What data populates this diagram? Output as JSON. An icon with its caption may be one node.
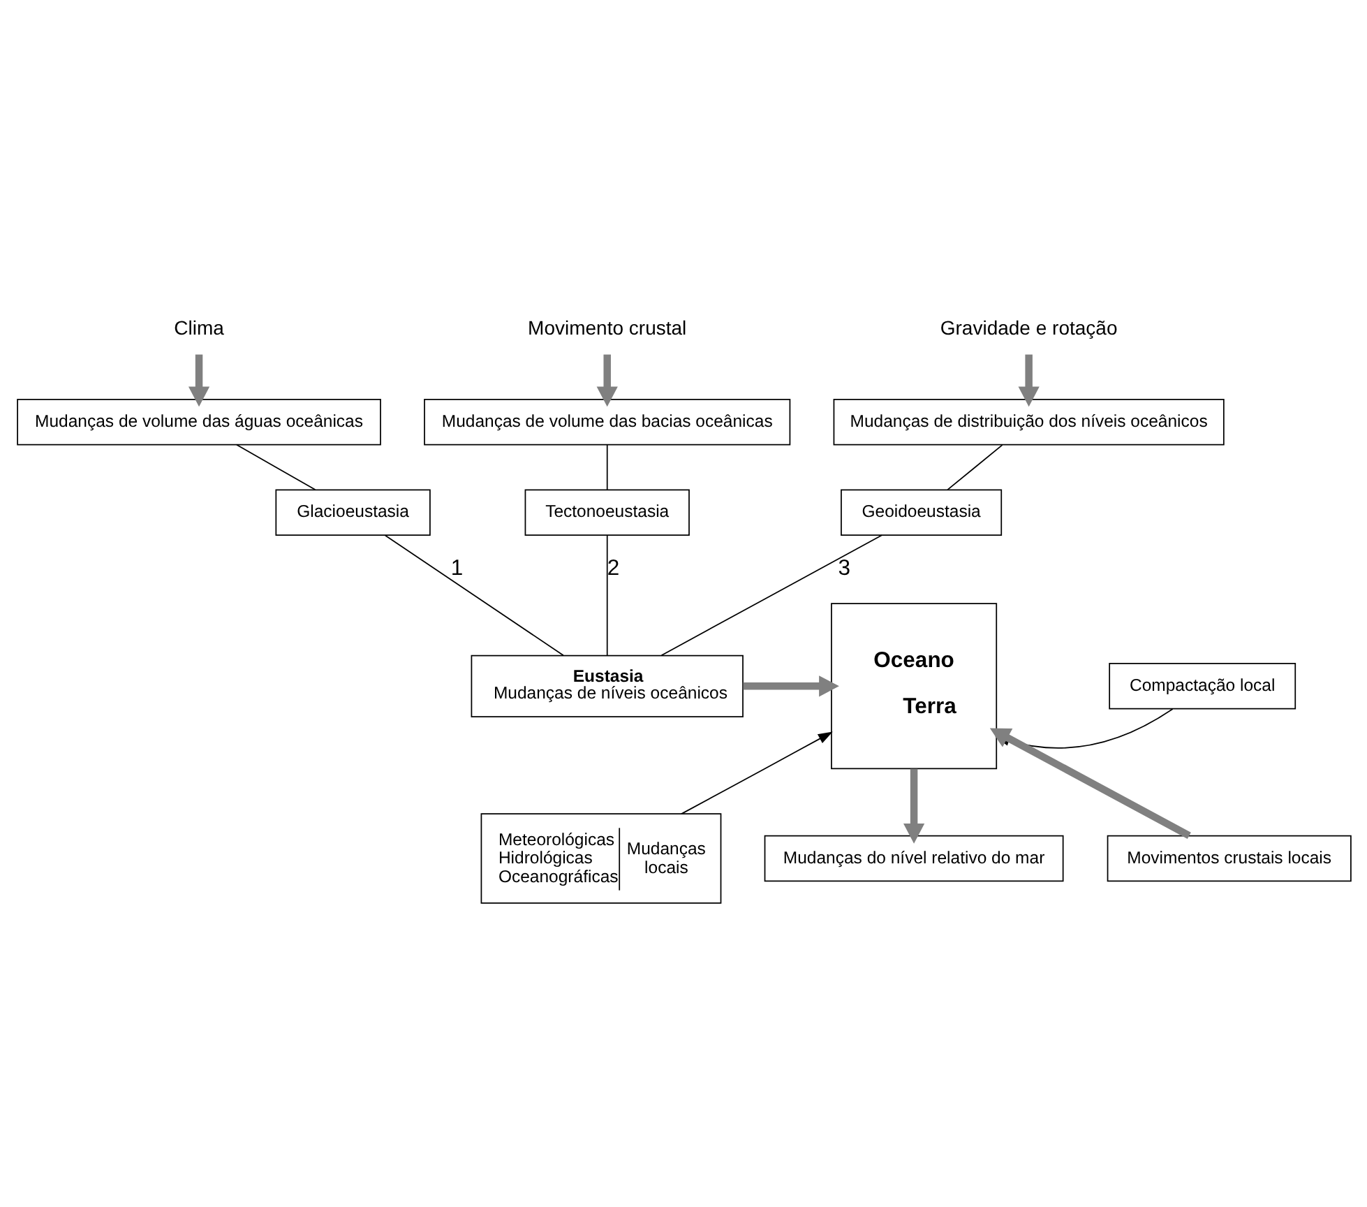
{
  "diagram": {
    "nodes": [
      {
        "text": [
          "Clima"
        ]
      },
      {
        "text": [
          "Mudanças de volume das águas oceânicas"
        ]
      },
      {
        "text": [
          "Movimento crustal"
        ]
      },
      {
        "text": [
          "Mudanças de volume das bacias oceânicas"
        ]
      },
      {
        "text": [
          "Gravidade e rotação"
        ]
      },
      {
        "text": [
          "Mudanças de distribuição dos níveis oceânicos"
        ]
      },
      {
        "text": [
          "Glacioeustasia"
        ]
      },
      {
        "text": [
          "Tectonoeustasia"
        ]
      },
      {
        "text": [
          "Geoidoeustasia"
        ]
      },
      {
        "text": [
          "Eustasia",
          "Mudanças de níveis oceânicos"
        ]
      },
      {
        "text": [
          "Oceano",
          "Terra"
        ]
      },
      {
        "text": [
          "Compactação local"
        ]
      },
      {
        "text": [
          "Meteorológicas Hidrológicas Oceanográficas",
          "Mudanças locais"
        ]
      },
      {
        "text": [
          "Movimentos crustais locais"
        ]
      },
      {
        "text": [
          "Mudanças do nível relativo do mar"
        ]
      }
    ],
    "edges": [
      {
        "from": 0,
        "to": 1,
        "arrow": "to",
        "style": "thick",
        "color": "#808080"
      },
      {
        "from": 2,
        "to": 3,
        "arrow": "to",
        "style": "thick",
        "color": "#808080"
      },
      {
        "from": 4,
        "to": 5,
        "arrow": "to",
        "style": "thick",
        "color": "#808080"
      },
      {
        "from": 1,
        "to": 6,
        "arrow": "none"
      },
      {
        "from": 3,
        "to": 7,
        "arrow": "none"
      },
      {
        "from": 5,
        "to": 8,
        "arrow": "none"
      },
      {
        "from": 6,
        "to": 9,
        "arrow": "none",
        "label": "1"
      },
      {
        "from": 7,
        "to": 9,
        "arrow": "none",
        "label": "2"
      },
      {
        "from": 8,
        "to": 9,
        "arrow": "none",
        "label": "3"
      },
      {
        "from": 9,
        "to": 10,
        "arrow": "to",
        "style": "thick",
        "color": "#808080"
      },
      {
        "from": 11,
        "to": 10,
        "arrow": "to"
      },
      {
        "from": 12,
        "to": 10,
        "arrow": "to"
      },
      {
        "from": 13,
        "to": 10,
        "arrow": "to",
        "style": "thick",
        "color": "#808080"
      },
      {
        "from": 10,
        "to": 14,
        "arrow": "to",
        "style": "thick",
        "color": "#808080"
      }
    ]
  }
}
